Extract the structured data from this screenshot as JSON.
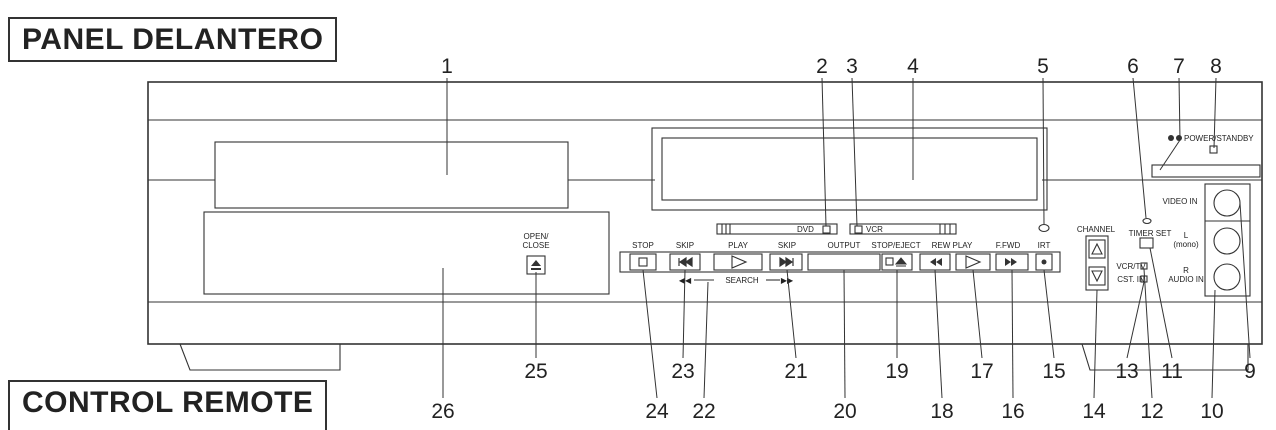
{
  "titles": {
    "front_panel": "PANEL DELANTERO",
    "remote_control": "CONTROL REMOTE"
  },
  "panel_labels": {
    "dvd": "DVD",
    "vcr": "VCR",
    "power_standby": "POWER/STANDBY",
    "video_in": "VIDEO IN",
    "timer_set": "TIMER SET",
    "audio_l": "L",
    "mono": "(mono)",
    "audio_r": "R",
    "audio_in": "AUDIO IN",
    "channel": "CHANNEL",
    "vcr_tv": "VCR/TV",
    "cst_in": "CST. IN",
    "open_close_line1": "OPEN/",
    "open_close_line2": "CLOSE",
    "stop": "STOP",
    "skip_left": "SKIP",
    "play": "PLAY",
    "skip_right": "SKIP",
    "output": "OUTPUT",
    "stop_eject": "STOP/EJECT",
    "rew_play": "REW PLAY",
    "ffwd": "F.FWD",
    "irt": "IRT",
    "search": "SEARCH"
  },
  "callouts_top": [
    "1",
    "2",
    "3",
    "4",
    "5",
    "6",
    "7",
    "8"
  ],
  "callouts_bottom": [
    "26",
    "25",
    "24",
    "23",
    "22",
    "21",
    "20",
    "19",
    "18",
    "17",
    "16",
    "15",
    "14",
    "13",
    "12",
    "11",
    "10",
    "9"
  ],
  "icons": [
    "stop-square-icon",
    "skip-back-icon",
    "play-triangle-icon",
    "skip-forward-icon",
    "eject-icon",
    "rewind-icon",
    "fast-forward-icon",
    "triangle-up-icon",
    "triangle-down-icon",
    "infrared-sensor-icon",
    "power-icon"
  ]
}
